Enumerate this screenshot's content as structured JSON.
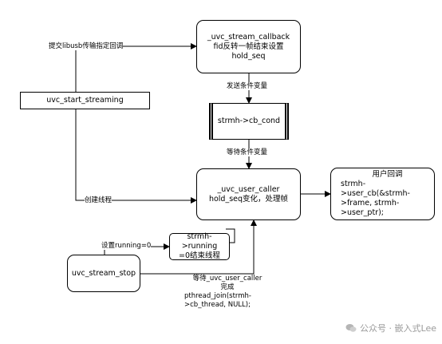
{
  "nodes": {
    "callback": {
      "line1": "_uvc_stream_callback",
      "line2": "fid反转一帧结束设置hold_seq"
    },
    "cond": {
      "label": "strmh->cb_cond"
    },
    "start": {
      "label": "uvc_start_streaming"
    },
    "user_caller": {
      "line1": "_uvc_user_caller",
      "line2": "hold_seq变化，处理帧"
    },
    "user_cb": {
      "line1": "用户回调",
      "line2": "strmh->user_cb(&strmh-",
      "line3": ">frame, strmh->user_ptr);"
    },
    "running": {
      "line1": "strmh->running",
      "line2": "=0结束线程"
    },
    "stop": {
      "label": "uvc_stream_stop"
    }
  },
  "edges": {
    "submit": "提交libusb传输指定回调",
    "send_cond": "发送条件变量",
    "wait_cond": "等待条件变量",
    "create_thread": "创建线程",
    "set_running": "设置running=0",
    "wait_done_1": "等待_uvc_user_caller",
    "wait_done_2": "完成",
    "wait_done_3": "pthread_join(strmh-",
    "wait_done_4": ">cb_thread, NULL);"
  },
  "watermark": {
    "text": "公众号 · 嵌入式Lee",
    "icon": "wechat-icon"
  }
}
